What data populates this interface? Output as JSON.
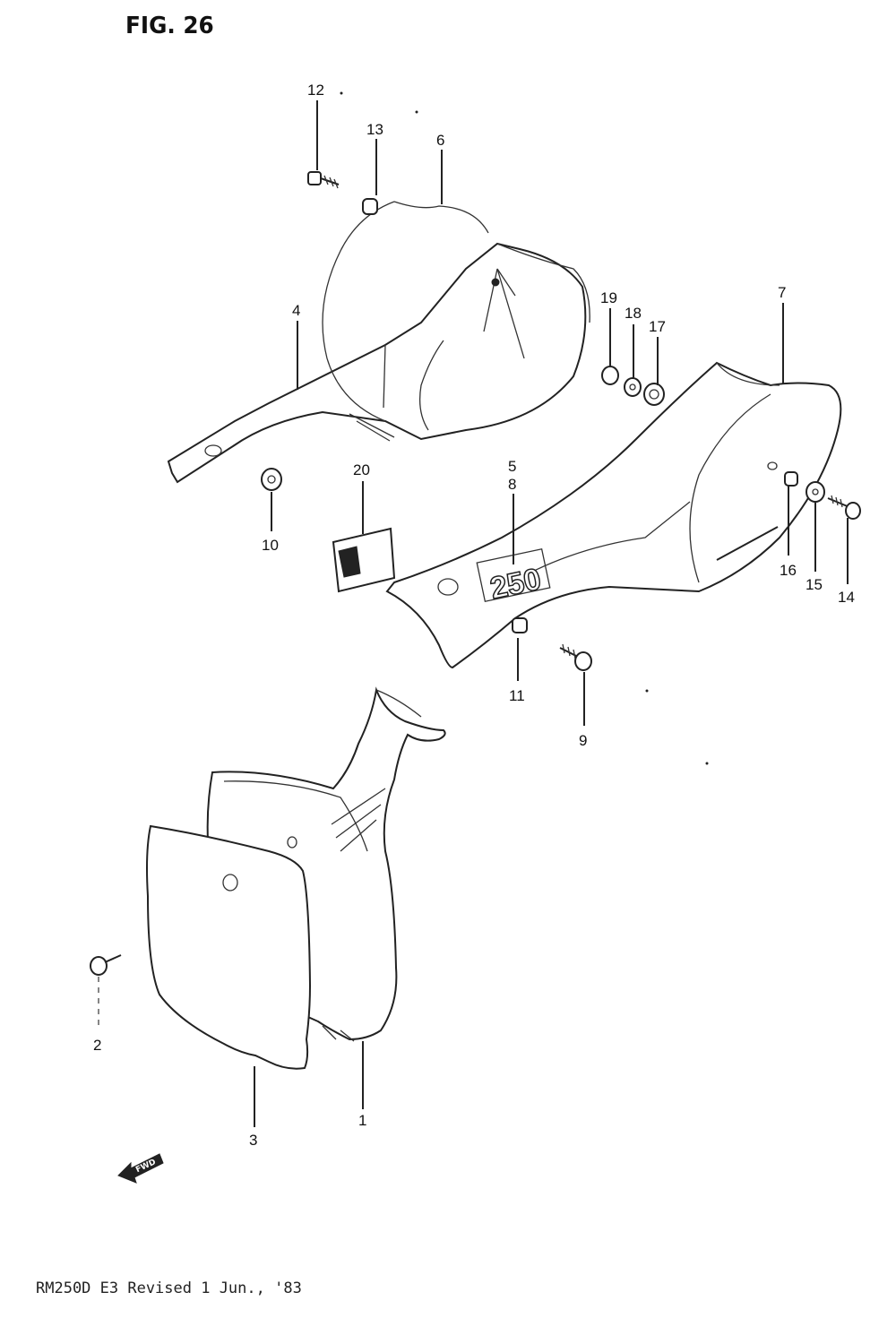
{
  "figure": {
    "title": "FIG. 26"
  },
  "footer": {
    "text": "RM250D E3 Revised 1 Jun., '83"
  },
  "decal": {
    "text": "250"
  },
  "arrow": {
    "text": "FWD"
  },
  "callouts": [
    {
      "id": "c1",
      "label": "1"
    },
    {
      "id": "c2",
      "label": "2"
    },
    {
      "id": "c3",
      "label": "3"
    },
    {
      "id": "c4",
      "label": "4"
    },
    {
      "id": "c5",
      "label": "5"
    },
    {
      "id": "c6",
      "label": "6"
    },
    {
      "id": "c7",
      "label": "7"
    },
    {
      "id": "c8",
      "label": "8"
    },
    {
      "id": "c9",
      "label": "9"
    },
    {
      "id": "c10",
      "label": "10"
    },
    {
      "id": "c11",
      "label": "11"
    },
    {
      "id": "c12",
      "label": "12"
    },
    {
      "id": "c13",
      "label": "13"
    },
    {
      "id": "c14",
      "label": "14"
    },
    {
      "id": "c15",
      "label": "15"
    },
    {
      "id": "c16",
      "label": "16"
    },
    {
      "id": "c17",
      "label": "17"
    },
    {
      "id": "c18",
      "label": "18"
    },
    {
      "id": "c19",
      "label": "19"
    },
    {
      "id": "c20",
      "label": "20"
    }
  ]
}
